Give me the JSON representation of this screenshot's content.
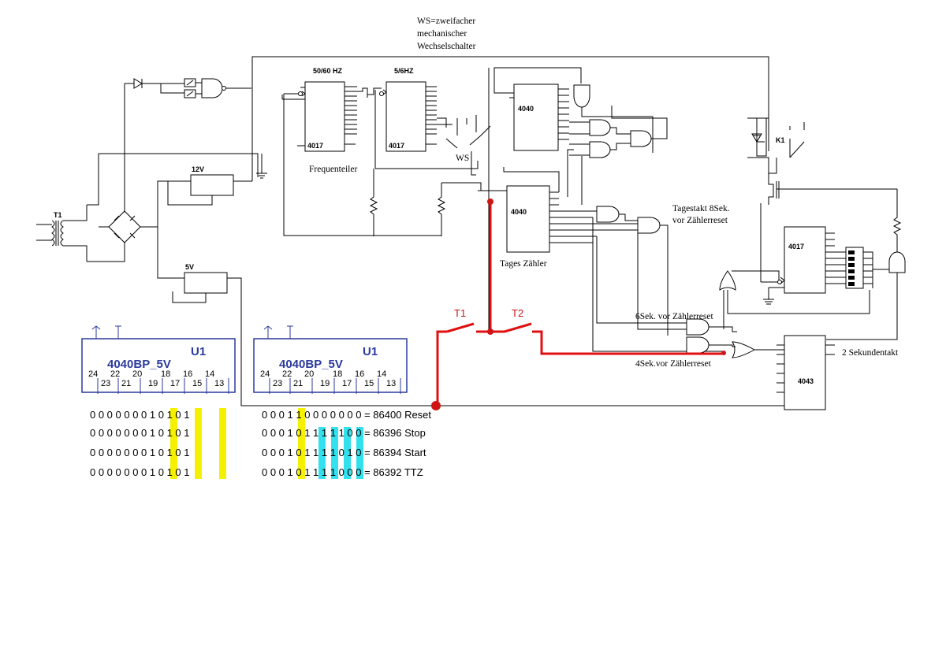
{
  "labels": {
    "ws_note": [
      "WS=zweifacher",
      "mechanischer",
      "Wechselschalter"
    ],
    "freq_50_60": "50/60 HZ",
    "freq_5_6": "5/6HZ",
    "chip_4017": "4017",
    "chip_4040": "4040",
    "chip_4043": "4043",
    "frequenzteiler": "Frequenteiler",
    "ws": "WS",
    "v12": "12V",
    "v5": "5V",
    "t1_transformer": "T1",
    "k1": "K1",
    "tages_zaehler": "Tages Zähler",
    "tagestakt": [
      "Tagestakt  8Sek.",
      "vor Zählerreset"
    ],
    "sek6": "6Sek. vor Zählerreset",
    "sek4": "4Sek.vor Zählerreset",
    "sek2": "2 Sekundentakt",
    "switch_t1": "T1",
    "switch_t2": "T2"
  },
  "ic_panels": [
    {
      "designator": "U1",
      "part": "4040BP_5V",
      "pins_top": [
        "24",
        "22",
        "20",
        "18",
        "16",
        "14"
      ],
      "pins_bottom": [
        "23",
        "21",
        "19",
        "17",
        "15",
        "13"
      ]
    },
    {
      "designator": "U1",
      "part": "4040BP_5V",
      "pins_top": [
        "24",
        "22",
        "20",
        "18",
        "16",
        "14"
      ],
      "pins_bottom": [
        "23",
        "21",
        "19",
        "17",
        "15",
        "13"
      ]
    }
  ],
  "bit_table": {
    "left_rows": [
      "0 0 0 0 0 0 0 1 0 1 0 1",
      "0 0 0 0 0 0 0 1 0 1 0 1",
      "0 0 0 0 0 0 0 1 0 1 0 1",
      "0 0 0 0 0 0 0 1 0 1 0 1"
    ],
    "right_rows": [
      "0 0 0 1 1 0 0 0 0 0 0 0 = 86400 Reset",
      "0 0 0 1 0 1 1 1 1 1 0 0 = 86396 Stop",
      "0 0 0 1 0 1 1 1 1 0 1 0 = 86394 Start",
      "0 0 0 1 0 1 1 1 1 0 0 0 = 86392 TTZ"
    ]
  },
  "highlight_colors": {
    "yellow": "#f5f000",
    "cyan": "#33e0ee",
    "wire_red": "#e01010"
  }
}
